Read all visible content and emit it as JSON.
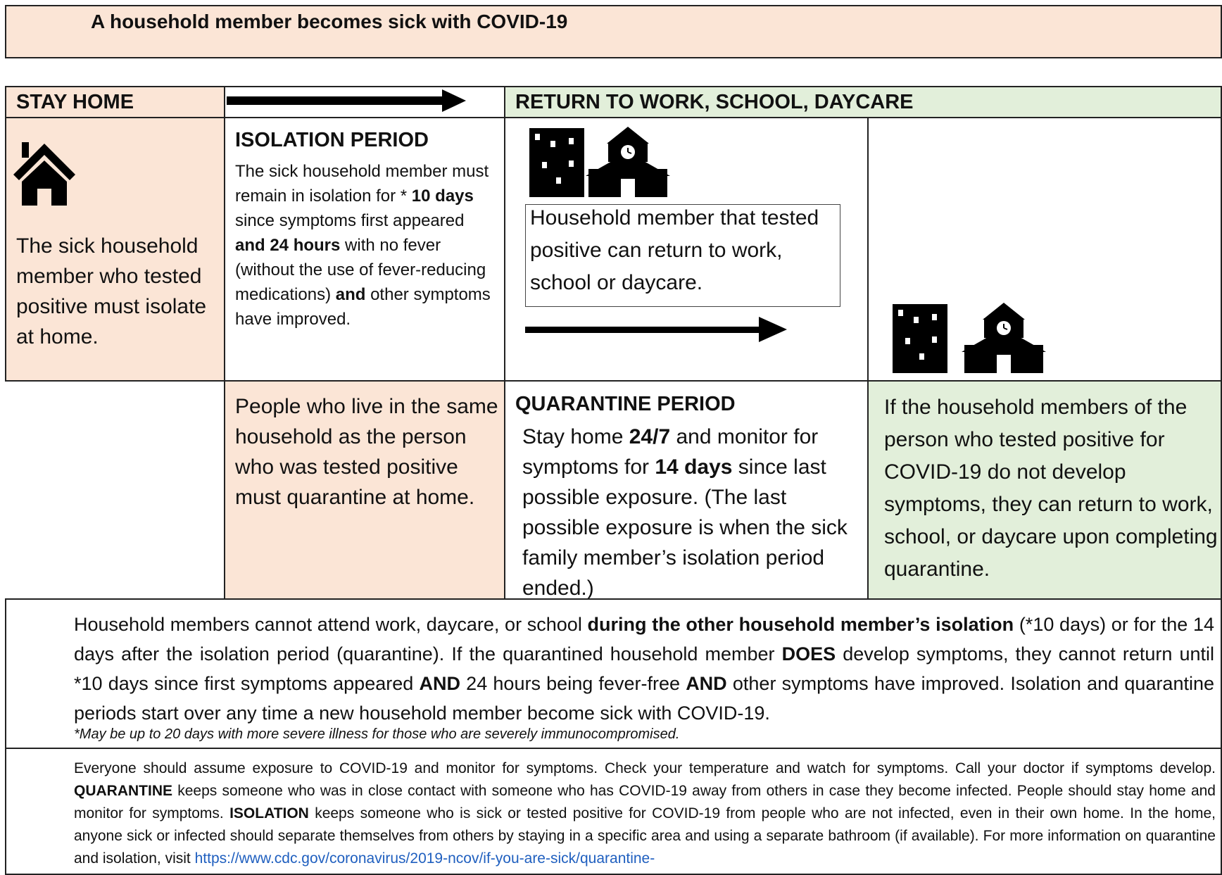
{
  "banner": {
    "title": "A household member becomes sick with COVID-19"
  },
  "header_row": {
    "stay_home": "STAY HOME",
    "return_label": "RETURN TO WORK, SCHOOL, DAYCARE"
  },
  "stay_home_cell": {
    "text": "The sick household member who tested positive must isolate at home."
  },
  "isolation": {
    "title": "ISOLATION PERIOD",
    "p1": "The sick household member must remain in isolation for",
    "p2_star": "* ",
    "p2_bold1": "10 days",
    "p2_mid": " since symptoms first appeared ",
    "p2_bold2": "and 24 hours",
    "p2_rest": " with no fever (without the use of fever-reducing medications) ",
    "p2_bold3": "and",
    "p2_end": " other symptoms have improved."
  },
  "return_box": {
    "text": "Household member that tested positive can return to work, school or daycare."
  },
  "household_cell": {
    "text": "People who live in the same household as the person who was tested positive must quarantine at home."
  },
  "quarantine": {
    "title": "QUARANTINE PERIOD",
    "t1": "Stay home ",
    "b1": "24/7",
    "t2": " and monitor for symptoms for ",
    "b2": "14 days",
    "t3": " since last possible exposure. (The last possible exposure is when the sick family member’s isolation period ended.)"
  },
  "return_after_quarantine": {
    "text": "If the household members of the person who tested positive for COVID-19 do not develop symptoms, they can return to work, school, or daycare upon completing quarantine."
  },
  "note1": {
    "t1": "Household members cannot attend work, daycare, or school ",
    "b1": "during the other household member’s isolation",
    "t2": " (*10 days) or for the 14 days after the isolation period (quarantine). If the quarantined household member ",
    "b2": "DOES",
    "t3": " develop symptoms, they cannot return until *10 days since first symptoms appeared ",
    "b3": "AND",
    "t4": " 24 hours being fever-free ",
    "b4": "AND",
    "t5": " other symptoms have improved. Isolation  and quarantine periods start over any time a new household member become sick with COVID-19.",
    "footnote": "*May be up to 20 days with more severe illness for those who are severely immunocompromised."
  },
  "note2": {
    "t1": "Everyone should assume exposure to COVID-19 and monitor for symptoms. Check your temperature and watch for symptoms. Call your doctor if symptoms develop.  ",
    "b1": "QUARANTINE",
    "t2": " keeps someone who was in close contact with someone who has COVID-19 away from others in case they become infected. People should stay home and monitor for symptoms. ",
    "b2": "ISOLATION",
    "t3": " keeps someone who is sick or tested positive for COVID-19 from people who are not infected, even in their own home. In the home, anyone sick or infected should separate themselves from others by staying in a specific area and using a separate bathroom (if    available). For more information on quarantine and isolation, visit ",
    "link": "https://www.cdc.gov/coronavirus/2019-ncov/if-you-are-sick/quarantine-"
  },
  "colors": {
    "peach": "#fbe5d6",
    "green": "#e2efda",
    "link": "#1f5fbf"
  },
  "icons": [
    "house-icon",
    "office-building-icon",
    "schoolhouse-icon",
    "arrow-right-icon"
  ]
}
